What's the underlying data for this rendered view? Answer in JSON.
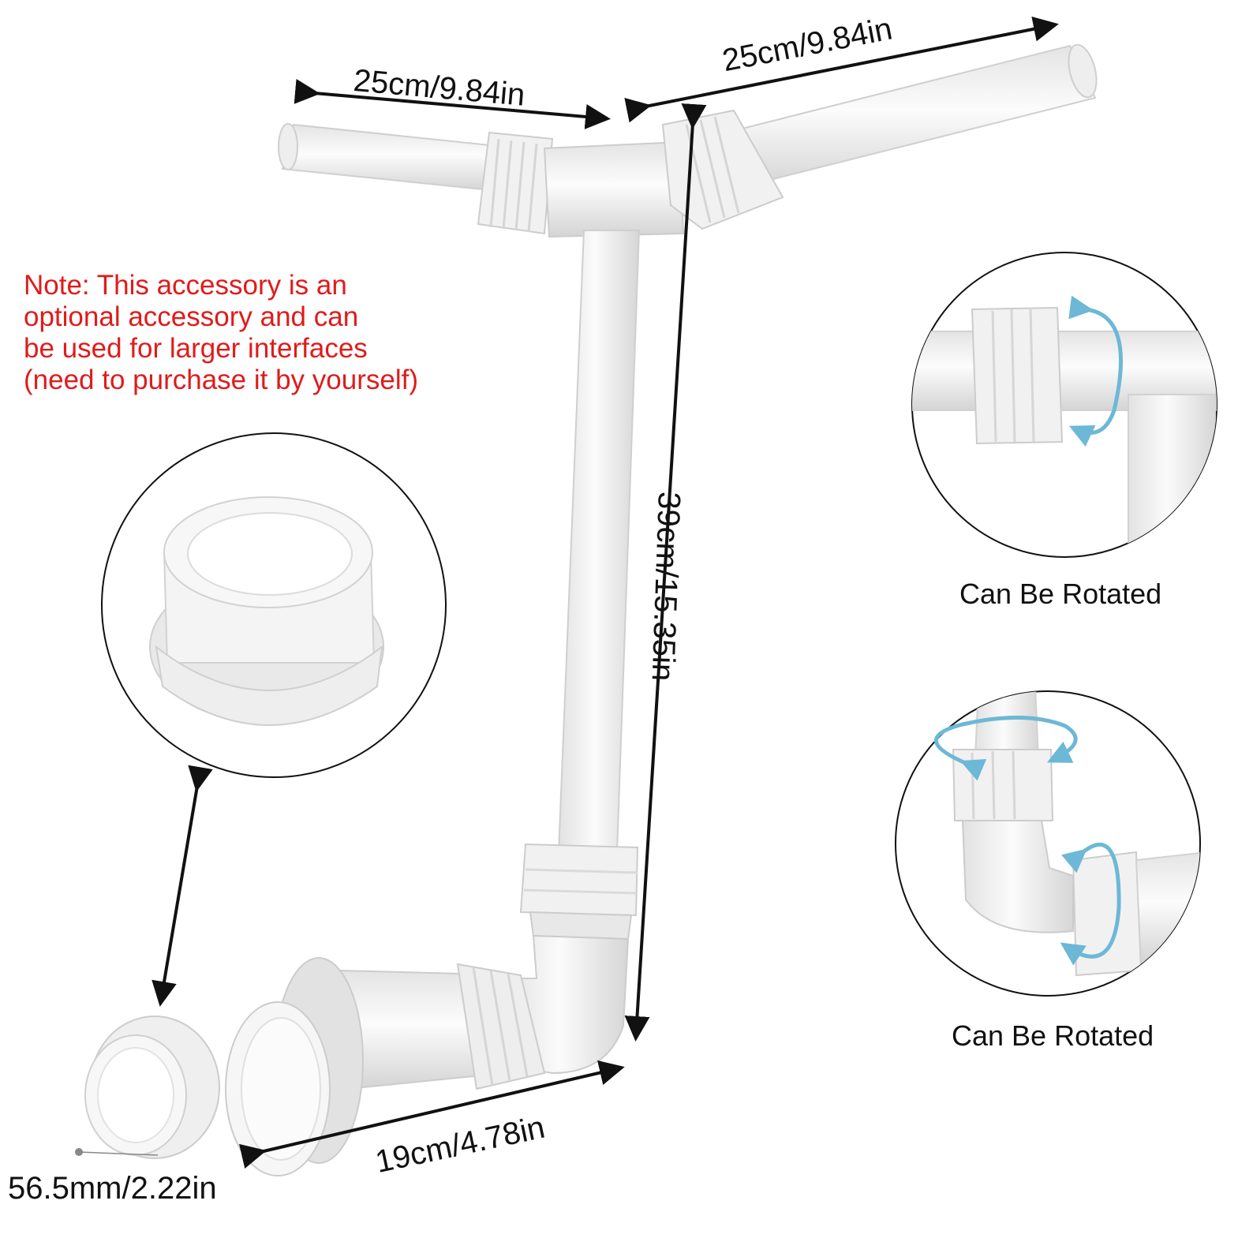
{
  "note": {
    "lines": [
      "Note: This accessory is an",
      "optional accessory and can",
      "be used for larger interfaces",
      "(need to purchase it by yourself)"
    ],
    "color": "#e01b1b"
  },
  "dimensions": {
    "left_arm": "25cm/9.84in",
    "right_arm": "25cm/9.84in",
    "height": "39cm/15.35in",
    "base": "19cm/4.78in",
    "diameter": "56.5mm/2.22in"
  },
  "captions": {
    "top_detail": "Can Be Rotated",
    "bottom_detail": "Can Be Rotated"
  },
  "colors": {
    "pipe": "#f4f4f4",
    "pipe_shade": "#d9d9d9",
    "arrow": "#111111",
    "rotate_arrow": "#6cb8d6"
  }
}
